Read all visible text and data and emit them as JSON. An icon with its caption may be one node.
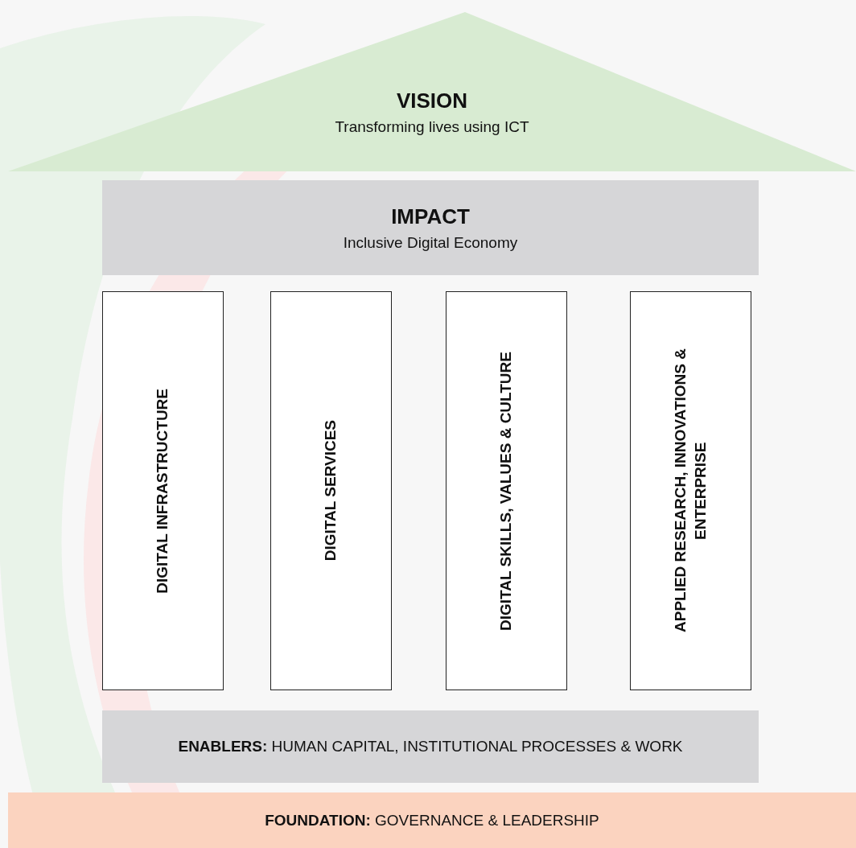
{
  "diagram": {
    "nodes": [
      {
        "text": [
          "VISION",
          "Transforming lives using ICT"
        ]
      },
      {
        "text": [
          "IMPACT",
          "Inclusive Digital Economy"
        ]
      },
      {
        "text": [
          "DIGITAL INFRASTRUCTURE"
        ]
      },
      {
        "text": [
          "DIGITAL SERVICES"
        ]
      },
      {
        "text": [
          "DIGITAL SKILLS, VALUES & CULTURE"
        ]
      },
      {
        "text": [
          "APPLIED RESEARCH, INNOVATIONS & ENTERPRISE"
        ]
      },
      {
        "text": [
          "**ENABLERS:** HUMAN CAPITAL, INSTITUTIONAL PROCESSES & WORK"
        ]
      },
      {
        "text": [
          "**FOUNDATION:** GOVERNANCE & LEADERSHIP"
        ]
      }
    ],
    "edges": []
  }
}
